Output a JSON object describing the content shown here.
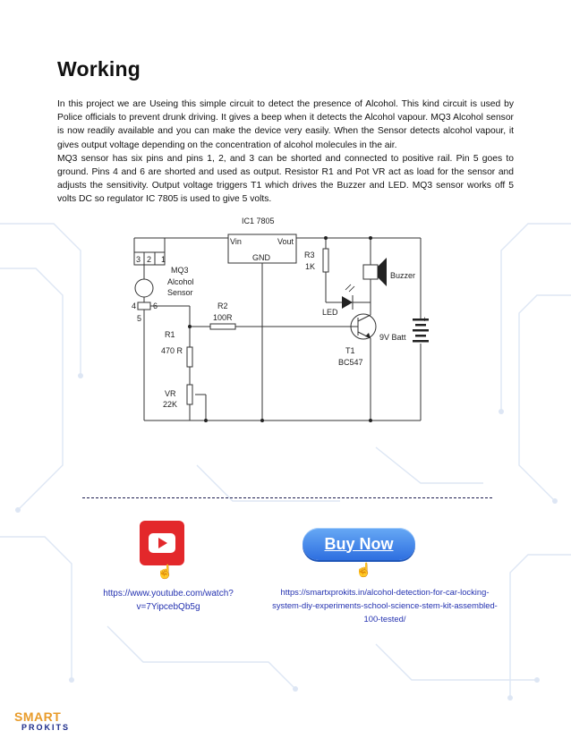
{
  "title": "Working",
  "paragraphs": [
    "In this project we are Useing this simple circuit to detect the presence of Alcohol. This kind circuit is used by Police officials to prevent drunk driving. It gives a beep when it detects the Alcohol vapour. MQ3 Alcohol sensor is now readily available and you can make the device very easily. When the Sensor detects alcohol vapour, it gives output voltage depending on the concentration of alcohol molecules in the air.",
    "MQ3 sensor has six pins and pins 1, 2, and 3 can be shorted and connected to positive rail. Pin 5 goes to ground. Pins 4 and 6 are shorted and used as output. Resistor R1 and Pot VR act as load for the sensor and adjusts the sensitivity. Output voltage triggers T1 which drives the Buzzer and LED. MQ3 sensor works off 5 volts DC so regulator IC 7805 is used to give 5 volts."
  ],
  "circuit": {
    "ic_label": "IC1 7805",
    "vin": "Vin",
    "vout": "Vout",
    "gnd": "GND",
    "pin3": "3",
    "pin2": "2",
    "pin1": "1",
    "pin4": "4",
    "pin5": "5",
    "pin6": "6",
    "sensor_name": "MQ3",
    "sensor_l1": "Alcohol",
    "sensor_l2": "Sensor",
    "r2_name": "R2",
    "r2_value": "100R",
    "r1_name": "R1",
    "r1_value": "470 R",
    "vr_name": "VR",
    "vr_value": "22K",
    "r3_name": "R3",
    "r3_value": "1K",
    "buzzer": "Buzzer",
    "led": "LED",
    "t1_name": "T1",
    "t1_part": "BC547",
    "battery": "9V Batt",
    "plus": "+"
  },
  "youtube": {
    "icon": "youtube-play-icon",
    "link_line1": "https://www.youtube.com/watch?",
    "link_line2": "v=7YipcebQb5g"
  },
  "buy": {
    "label": "Buy Now",
    "link_line1": "https://smartxprokits.in/alcohol-detection-for-car-locking-",
    "link_line2": "system-diy-experiments-school-science-stem-kit-assembled-",
    "link_line3": "100-tested/"
  },
  "logo": {
    "top": "SMART",
    "bottom": "PROKITS",
    "accent_color": "#e89b2a",
    "navy_color": "#1b2b8a"
  },
  "cursor_icon": "hand-pointer-icon"
}
